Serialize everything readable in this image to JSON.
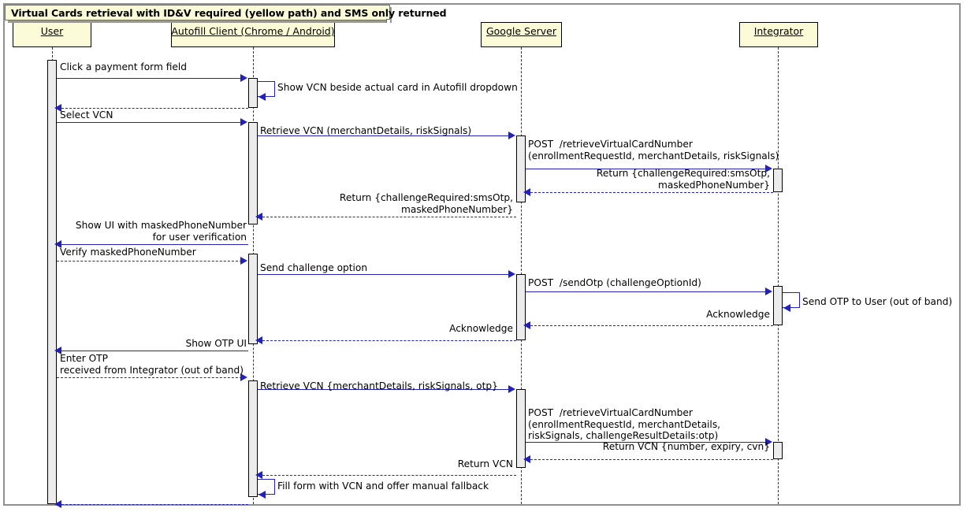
{
  "diagram": {
    "title": "Virtual Cards retrieval with ID&V required (yellow path) and SMS only returned",
    "type": "uml-sequence-diagram"
  },
  "colors": {
    "participant_fill": "#fbfbd8",
    "participant_border": "#000000",
    "message_line": "#2222bb",
    "activation_fill": "#ececec",
    "frame_border": "#909090",
    "lifeline": "#333333"
  },
  "participants": [
    {
      "id": "user",
      "label": "User"
    },
    {
      "id": "autofill",
      "label": "Autofill Client (Chrome / Android)"
    },
    {
      "id": "google",
      "label": "Google Server"
    },
    {
      "id": "integrator",
      "label": "Integrator"
    }
  ],
  "messages": [
    {
      "id": "m1",
      "from": "user",
      "to": "autofill",
      "style": "solid",
      "label": "Click a payment form field"
    },
    {
      "id": "m2",
      "from": "autofill",
      "to": "autofill",
      "style": "self",
      "label": "Show VCN beside actual card in Autofill dropdown"
    },
    {
      "id": "m3",
      "from": "autofill",
      "to": "user",
      "style": "dashed",
      "label": "Select VCN"
    },
    {
      "id": "m4",
      "from": "user",
      "to": "autofill",
      "style": "solid",
      "label": ""
    },
    {
      "id": "m5",
      "from": "autofill",
      "to": "google",
      "style": "solid",
      "label": "Retrieve VCN (merchantDetails, riskSignals)"
    },
    {
      "id": "m6",
      "from": "google",
      "to": "integrator",
      "style": "solid",
      "label": "POST  /retrieveVirtualCardNumber\n(enrollmentRequestId, merchantDetails, riskSignals)"
    },
    {
      "id": "m7",
      "from": "integrator",
      "to": "google",
      "style": "dashed",
      "label": "Return {challengeRequired:smsOtp,\nmaskedPhoneNumber}"
    },
    {
      "id": "m8",
      "from": "google",
      "to": "autofill",
      "style": "dashed",
      "label": "Return {challengeRequired:smsOtp,\nmaskedPhoneNumber}"
    },
    {
      "id": "m9",
      "from": "autofill",
      "to": "user",
      "style": "solid",
      "label": "Show UI with maskedPhoneNumber\nfor user verification"
    },
    {
      "id": "m10",
      "from": "user",
      "to": "autofill",
      "style": "dashed",
      "label": "Verify maskedPhoneNumber"
    },
    {
      "id": "m11",
      "from": "autofill",
      "to": "google",
      "style": "solid",
      "label": "Send challenge option"
    },
    {
      "id": "m12",
      "from": "google",
      "to": "integrator",
      "style": "solid",
      "label": "POST  /sendOtp (challengeOptionId)"
    },
    {
      "id": "m13",
      "from": "integrator",
      "to": "integrator",
      "style": "self",
      "label": "Send OTP to User (out of band)"
    },
    {
      "id": "m14",
      "from": "integrator",
      "to": "google",
      "style": "dashed",
      "label": "Acknowledge"
    },
    {
      "id": "m15",
      "from": "google",
      "to": "autofill",
      "style": "dashed",
      "label": "Acknowledge"
    },
    {
      "id": "m16",
      "from": "autofill",
      "to": "user",
      "style": "solid",
      "label": "Show OTP UI"
    },
    {
      "id": "m17",
      "from": "user",
      "to": "autofill",
      "style": "dashed",
      "label": "Enter OTP\nreceived from Integrator (out of band)"
    },
    {
      "id": "m18",
      "from": "autofill",
      "to": "google",
      "style": "solid",
      "label": "Retrieve VCN {merchantDetails, riskSignals, otp}"
    },
    {
      "id": "m19",
      "from": "google",
      "to": "integrator",
      "style": "solid",
      "label": "POST  /retrieveVirtualCardNumber\n(enrollmentRequestId, merchantDetails,\nriskSignals, challengeResultDetails:otp)"
    },
    {
      "id": "m20",
      "from": "integrator",
      "to": "google",
      "style": "dashed",
      "label": "Return VCN {number, expiry, cvn}"
    },
    {
      "id": "m21",
      "from": "google",
      "to": "autofill",
      "style": "dashed",
      "label": "Return VCN"
    },
    {
      "id": "m22",
      "from": "autofill",
      "to": "autofill",
      "style": "self",
      "label": "Fill form with VCN and offer manual fallback"
    },
    {
      "id": "m23",
      "from": "autofill",
      "to": "user",
      "style": "dashed",
      "label": ""
    }
  ]
}
